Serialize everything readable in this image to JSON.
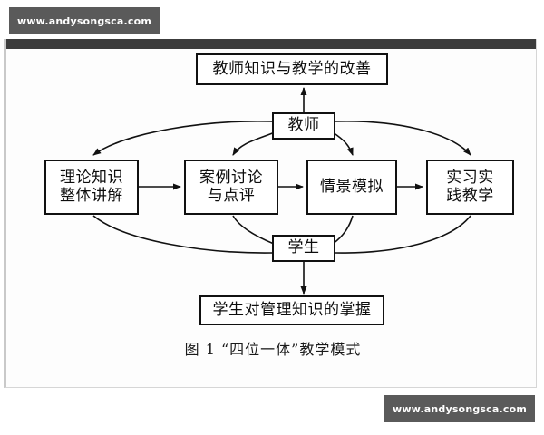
{
  "watermarks": {
    "top": "www.andysongsca.com",
    "bottom": "www.andysongsca.com"
  },
  "diagram": {
    "caption": "图 1  “四位一体”教学模式",
    "nodes": {
      "outcome_teacher": "教师知识与教学的改善",
      "teacher": "教师",
      "theory": "理论知识\n整体讲解",
      "case": "案例讨论\n与点评",
      "simulation": "情景模拟",
      "practice": "实习实\n践教学",
      "student": "学生",
      "outcome_student": "学生对管理知识的掌握"
    },
    "edges": [
      {
        "from": "teacher",
        "to": "outcome_teacher",
        "style": "straight",
        "arrow": true
      },
      {
        "from": "teacher",
        "to": "theory",
        "style": "curved",
        "arrow": true
      },
      {
        "from": "teacher",
        "to": "case",
        "style": "curved",
        "arrow": true
      },
      {
        "from": "teacher",
        "to": "simulation",
        "style": "curved",
        "arrow": true
      },
      {
        "from": "teacher",
        "to": "practice",
        "style": "curved",
        "arrow": true
      },
      {
        "from": "theory",
        "to": "case",
        "style": "straight",
        "arrow": true
      },
      {
        "from": "case",
        "to": "simulation",
        "style": "straight",
        "arrow": true
      },
      {
        "from": "simulation",
        "to": "practice",
        "style": "straight",
        "arrow": true
      },
      {
        "from": "theory",
        "to": "student",
        "style": "curved",
        "arrow": false
      },
      {
        "from": "case",
        "to": "student",
        "style": "curved",
        "arrow": false
      },
      {
        "from": "simulation",
        "to": "student",
        "style": "curved",
        "arrow": false
      },
      {
        "from": "practice",
        "to": "student",
        "style": "curved",
        "arrow": false
      },
      {
        "from": "student",
        "to": "outcome_student",
        "style": "straight",
        "arrow": true
      }
    ],
    "colors": {
      "line": "#111111",
      "node_border": "#111111",
      "node_fill": "#ffffff",
      "page_background": "#fdfdfd",
      "watermark_background": "#5a5a5a",
      "watermark_text": "#ffffff",
      "top_bar": "#3c3c3c"
    }
  }
}
